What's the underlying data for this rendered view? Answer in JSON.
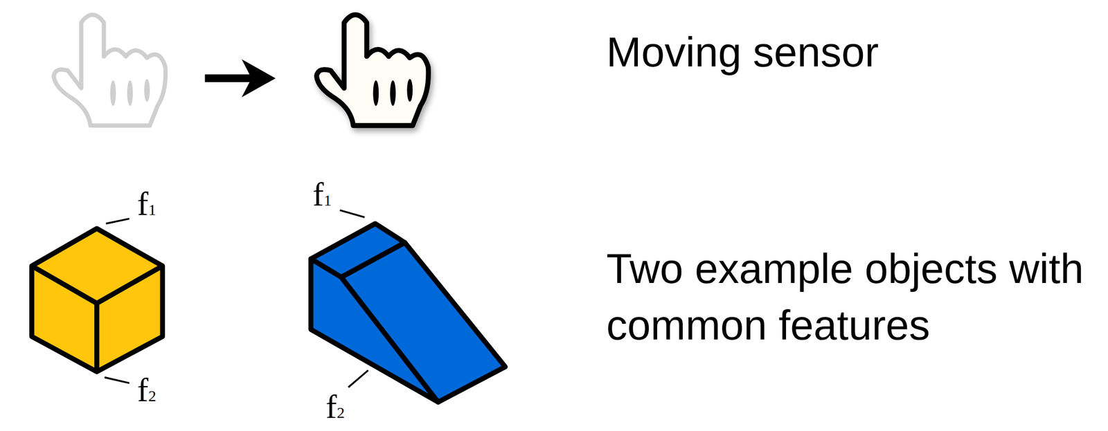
{
  "diagram": {
    "labels": [
      "Moving sensor",
      "Two example objects with common features",
      "f1",
      "f1",
      "f2",
      "f2"
    ]
  }
}
